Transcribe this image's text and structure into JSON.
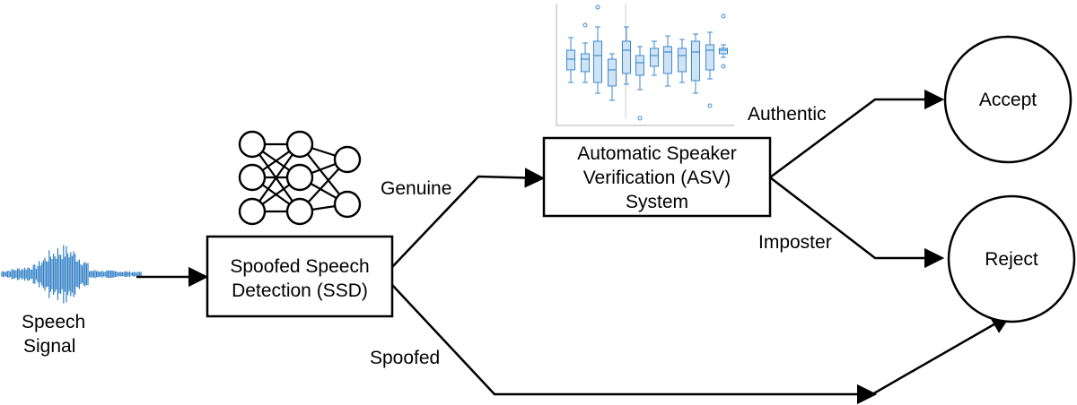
{
  "nodes": {
    "speech_signal": {
      "line1": "Speech",
      "line2": "Signal"
    },
    "ssd": {
      "line1": "Spoofed Speech",
      "line2": "Detection (SSD)"
    },
    "asv": {
      "line1": "Automatic Speaker",
      "line2": "Verification (ASV)",
      "line3": "System"
    },
    "accept": {
      "label": "Accept"
    },
    "reject": {
      "label": "Reject"
    }
  },
  "edges": {
    "genuine": "Genuine",
    "spoofed": "Spoofed",
    "authentic": "Authentic",
    "imposter": "Imposter"
  },
  "colors": {
    "waveform": "#2f7fc4",
    "boxplot_fill": "#cfe3f5",
    "boxplot_stroke": "#3a8ad0",
    "axis": "#b0b0b0"
  },
  "icons": {
    "neural_network": "neural-network-icon",
    "waveform": "waveform-icon",
    "boxplot": "boxplot-chart-icon"
  }
}
